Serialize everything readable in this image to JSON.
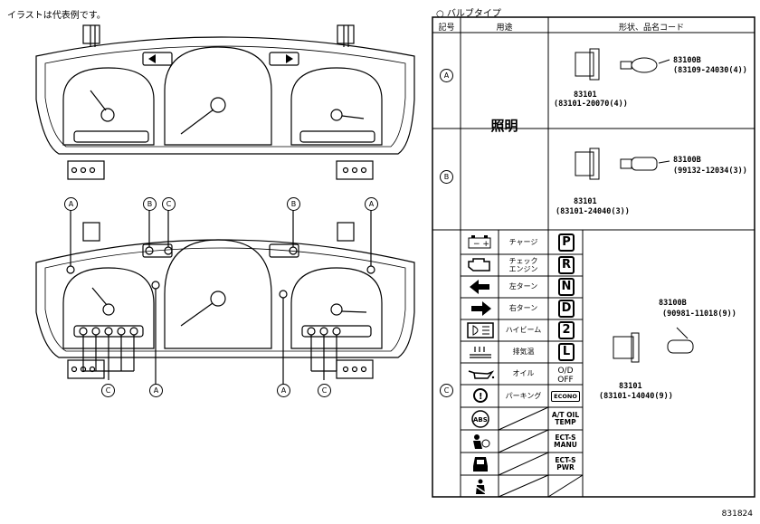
{
  "note": "イラストは代表例です。",
  "table": {
    "title": "○ バルブタイプ",
    "headers": [
      "記号",
      "用途",
      "形状、品名コード"
    ],
    "rows": [
      {
        "mark": "A",
        "part_holder": "83101",
        "holder_code": "(83101-20070(4))",
        "bulb": "83100B",
        "bulb_code": "(83109-24030(4))"
      },
      {
        "mark": "B",
        "part_holder": "83101",
        "holder_code": "(83101-24040(3))",
        "bulb": "83100B",
        "bulb_code": "(99132-12034(3))"
      },
      {
        "mark": "C",
        "part_holder": "83101",
        "holder_code": "(83101-14040(9))",
        "bulb": "83100B",
        "bulb_code": "(90981-11018(9))"
      }
    ],
    "usage_ab": "照明",
    "indicators": [
      {
        "label": "チャージ",
        "icon": "battery-icon",
        "code": "P"
      },
      {
        "label": "チェック\nエンジン",
        "icon": "engine-icon",
        "code": "R"
      },
      {
        "label": "左ターン",
        "icon": "arrow-left-icon",
        "code": "N"
      },
      {
        "label": "右ターン",
        "icon": "arrow-right-icon",
        "code": "D"
      },
      {
        "label": "ハイビーム",
        "icon": "high-beam-icon",
        "code": "2"
      },
      {
        "label": "排気温",
        "icon": "exhaust-temp-icon",
        "code": "L"
      },
      {
        "label": "オイル",
        "icon": "oil-can-icon",
        "code": "O/D\nOFF"
      },
      {
        "label": "パーキング",
        "icon": "brake-icon",
        "code": "ECONO"
      },
      {
        "label": "",
        "icon": "abs-icon",
        "code": "A/T OIL\nTEMP"
      },
      {
        "label": "",
        "icon": "airbag-icon",
        "code": "ECT-S\nMANU"
      },
      {
        "label": "",
        "icon": "door-icon",
        "code": "ECT-S\nPWR"
      },
      {
        "label": "",
        "icon": "seatbelt-icon",
        "code": ""
      }
    ]
  },
  "diagram_labels": {
    "top_callouts": [
      "A",
      "B",
      "C",
      "B",
      "A"
    ],
    "bottom_callouts": [
      "C",
      "A",
      "A",
      "C"
    ]
  },
  "figure_number": "831824"
}
